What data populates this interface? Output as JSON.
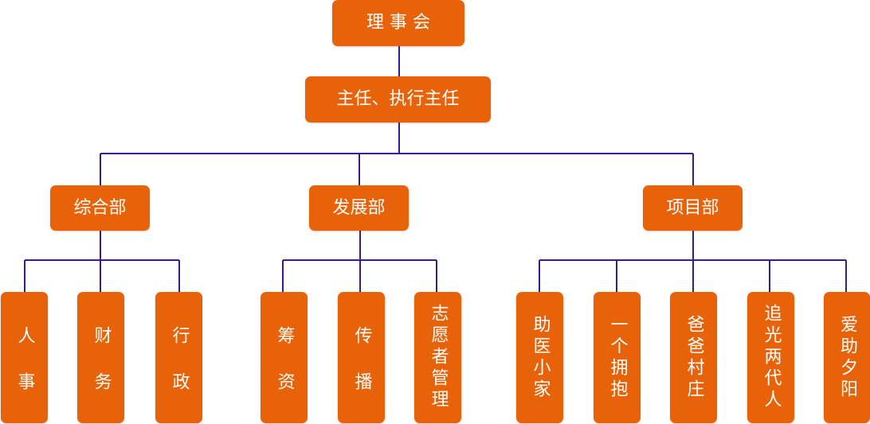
{
  "org_chart": {
    "colors": {
      "box": "#e8620a",
      "text": "#ffffff",
      "connector": "#3a1a8c"
    },
    "board": "理 事 会",
    "director": "主任、执行主任",
    "departments": {
      "general": {
        "name": "综合部",
        "units": [
          "人事",
          "财务",
          "行政"
        ]
      },
      "development": {
        "name": "发展部",
        "units": [
          "筹资",
          "传播",
          "志愿者管理"
        ]
      },
      "project": {
        "name": "项目部",
        "units": [
          "助医小家",
          "一个拥抱",
          "爸爸村庄",
          "追光两代人",
          "爱助夕阳"
        ]
      }
    }
  }
}
